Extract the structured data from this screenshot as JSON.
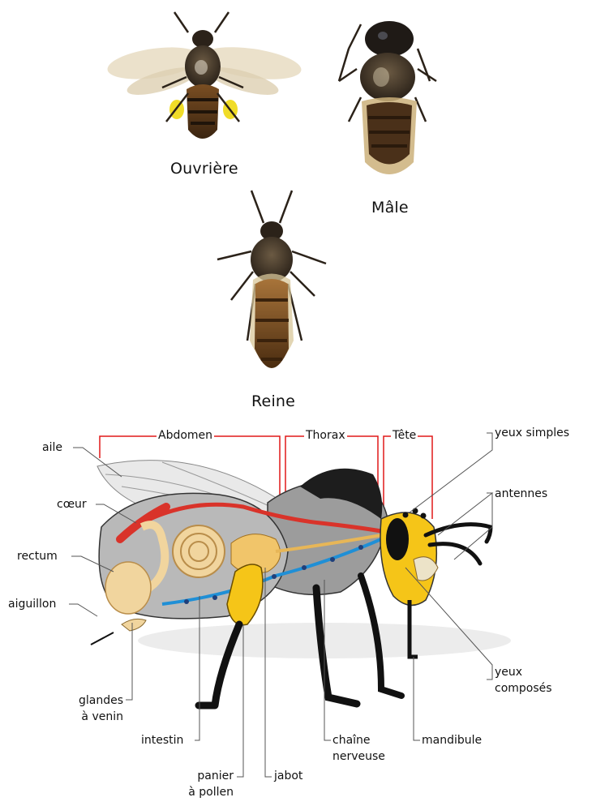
{
  "castes": {
    "worker": "Ouvrière",
    "male": "Mâle",
    "queen": "Reine"
  },
  "regions": {
    "abdomen": "Abdomen",
    "thorax": "Thorax",
    "head": "Tête"
  },
  "anatomy": {
    "wing": "aile",
    "heart": "cœur",
    "rectum": "rectum",
    "stinger": "aiguillon",
    "venom_glands_1": "glandes",
    "venom_glands_2": "à venin",
    "intestine": "intestin",
    "pollen_basket_1": "panier",
    "pollen_basket_2": "à pollen",
    "crop": "jabot",
    "nerve_cord_1": "chaîne",
    "nerve_cord_2": "nerveuse",
    "mandible": "mandibule",
    "simple_eyes": "yeux simples",
    "antennae": "antennes",
    "compound_eyes_1": "yeux",
    "compound_eyes_2": "composés"
  },
  "colors": {
    "bracket_red": "#e01818",
    "heart_red": "#d9332a",
    "nerve_blue": "#1f8fd6",
    "organ_tan": "#f1d59e",
    "pollen_yellow": "#f5c518",
    "body_grey": "#b9b9b9"
  }
}
